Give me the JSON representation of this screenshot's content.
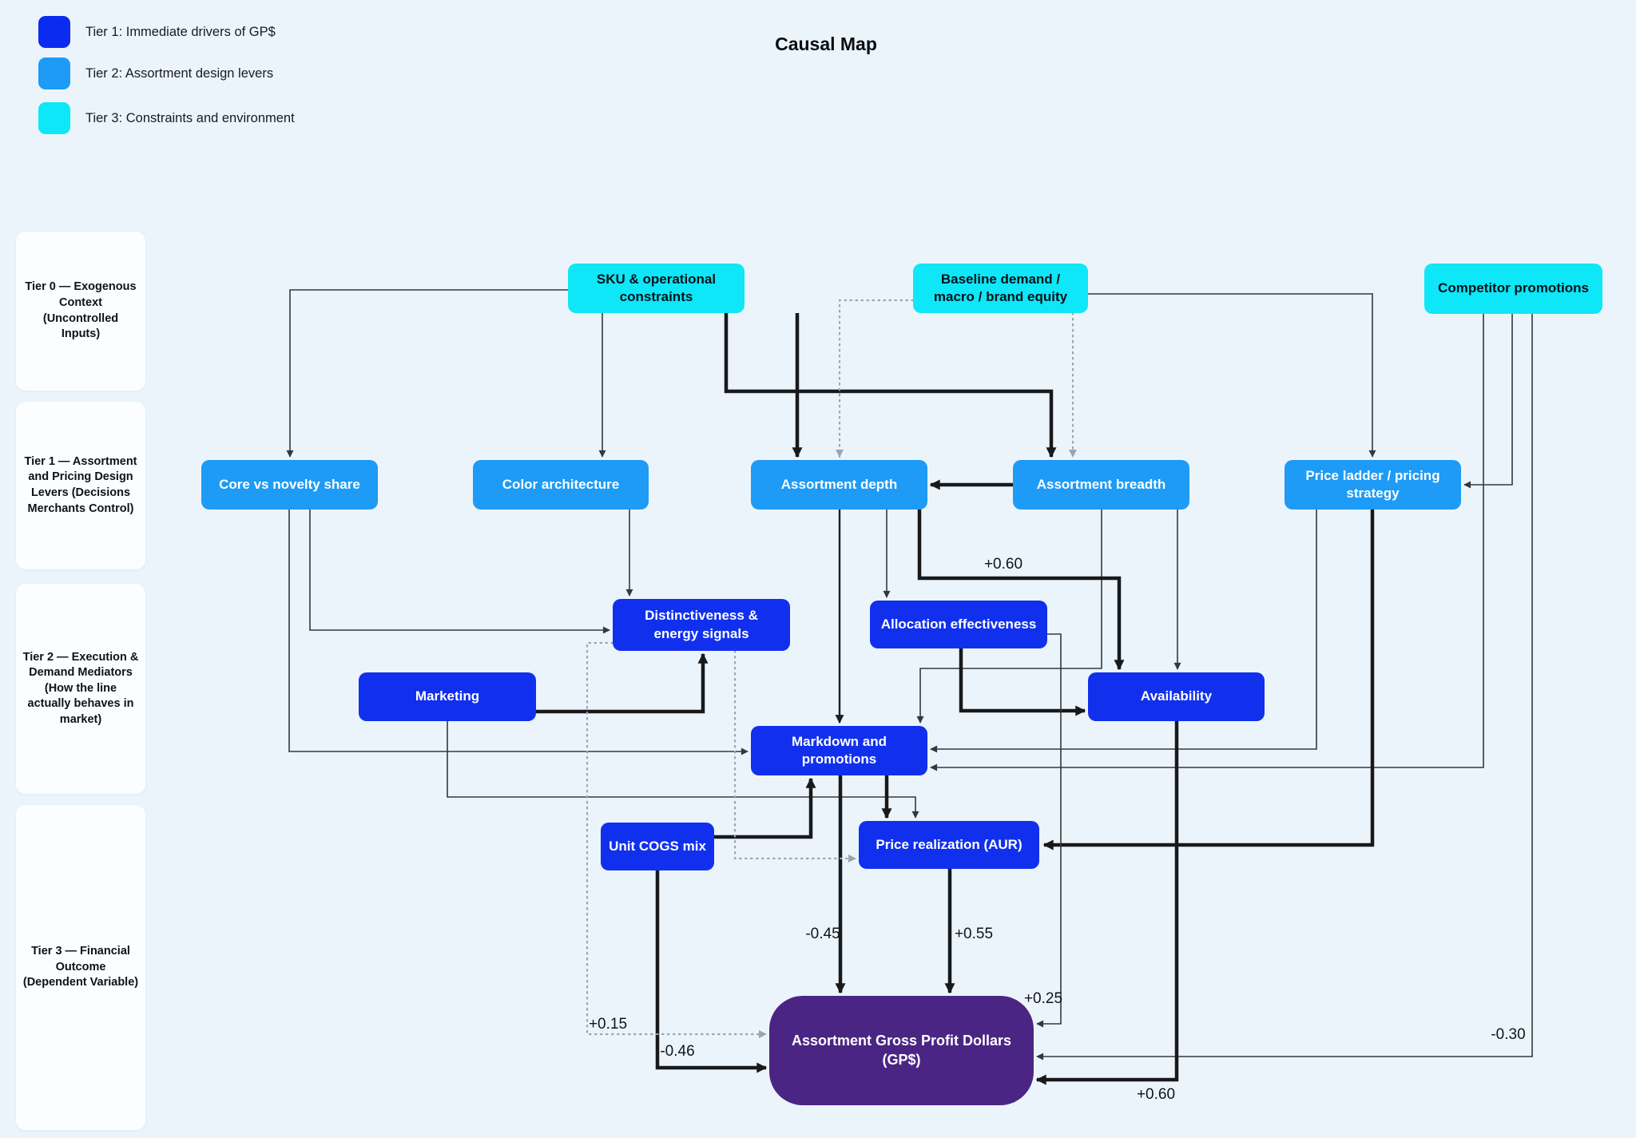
{
  "title": "Causal Map",
  "legend": [
    {
      "color": "#0b2bf0",
      "label": "Tier 1: Immediate drivers of GP$"
    },
    {
      "color": "#1d9bf6",
      "label": "Tier 2: Assortment design levers"
    },
    {
      "color": "#0de7f7",
      "label": "Tier 3: Constraints and environment"
    }
  ],
  "tiers": [
    {
      "label": "Tier 0 — Exogenous Context (Uncontrolled Inputs)"
    },
    {
      "label": "Tier 1 — Assortment and Pricing Design Levers (Decisions Merchants Control)"
    },
    {
      "label": "Tier 2 — Execution & Demand Mediators (How the line actually behaves in market)"
    },
    {
      "label": "Tier 3 — Financial Outcome (Dependent Variable)"
    }
  ],
  "nodes": {
    "sku": {
      "label": "SKU & operational constraints",
      "tier": "exogenous",
      "color": "#0de7f7"
    },
    "baseline": {
      "label": "Baseline demand / macro / brand equity",
      "tier": "exogenous",
      "color": "#0de7f7"
    },
    "competitor": {
      "label": "Competitor promotions",
      "tier": "exogenous",
      "color": "#0de7f7"
    },
    "core": {
      "label": "Core vs novelty share",
      "tier": "design-lever",
      "color": "#1d9bf6"
    },
    "color_arch": {
      "label": "Color architecture",
      "tier": "design-lever",
      "color": "#1d9bf6"
    },
    "depth": {
      "label": "Assortment depth",
      "tier": "design-lever",
      "color": "#1d9bf6"
    },
    "breadth": {
      "label": "Assortment breadth",
      "tier": "design-lever",
      "color": "#1d9bf6"
    },
    "ladder": {
      "label": "Price ladder / pricing strategy",
      "tier": "design-lever",
      "color": "#1d9bf6"
    },
    "distinct": {
      "label": "Distinctiveness & energy signals",
      "tier": "mediator",
      "color": "#1130ee"
    },
    "alloc": {
      "label": "Allocation effectiveness",
      "tier": "mediator",
      "color": "#1130ee"
    },
    "marketing": {
      "label": "Marketing",
      "tier": "mediator",
      "color": "#1130ee"
    },
    "avail": {
      "label": "Availability",
      "tier": "mediator",
      "color": "#1130ee"
    },
    "markdown": {
      "label": "Markdown and promotions",
      "tier": "mediator",
      "color": "#1130ee"
    },
    "cogs": {
      "label": "Unit COGS mix",
      "tier": "mediator",
      "color": "#1130ee"
    },
    "aur": {
      "label": "Price realization (AUR)",
      "tier": "mediator",
      "color": "#1130ee"
    },
    "gpd": {
      "label": "Assortment Gross Profit Dollars (GP$)",
      "tier": "outcome",
      "color": "#4b2584"
    }
  },
  "edge_labels": {
    "depth_avail": "+0.60",
    "markdown_gpd": "-0.45",
    "aur_gpd": "+0.55",
    "alloc_gpd": "+0.25",
    "competitor_gpd": "-0.30",
    "avail_gpd": "+0.60",
    "distinct_gpd": "+0.15",
    "cogs_gpd": "-0.46"
  },
  "edges": [
    {
      "from": "sku",
      "to": "core",
      "style": "solid-thin"
    },
    {
      "from": "sku",
      "to": "color_arch",
      "style": "solid-thin"
    },
    {
      "from": "sku",
      "to": "depth",
      "style": "solid-thick"
    },
    {
      "from": "sku",
      "to": "breadth",
      "style": "solid-thick"
    },
    {
      "from": "baseline",
      "to": "depth",
      "style": "dotted"
    },
    {
      "from": "baseline",
      "to": "breadth",
      "style": "dotted"
    },
    {
      "from": "baseline",
      "to": "ladder",
      "style": "solid-thin"
    },
    {
      "from": "competitor",
      "to": "ladder",
      "style": "solid-thin"
    },
    {
      "from": "competitor",
      "to": "markdown",
      "style": "solid-thin"
    },
    {
      "from": "competitor",
      "to": "gpd",
      "style": "solid-thin",
      "label": "-0.30"
    },
    {
      "from": "breadth",
      "to": "depth",
      "style": "solid-thick"
    },
    {
      "from": "breadth",
      "to": "markdown",
      "style": "solid-thin"
    },
    {
      "from": "breadth",
      "to": "avail",
      "style": "solid-thin"
    },
    {
      "from": "depth",
      "to": "markdown",
      "style": "solid-mid"
    },
    {
      "from": "depth",
      "to": "alloc",
      "style": "solid-thin"
    },
    {
      "from": "depth",
      "to": "avail",
      "style": "solid-thick",
      "label": "+0.60"
    },
    {
      "from": "ladder",
      "to": "markdown",
      "style": "solid-thin"
    },
    {
      "from": "ladder",
      "to": "aur",
      "style": "solid-thick"
    },
    {
      "from": "core",
      "to": "markdown",
      "style": "solid-thin"
    },
    {
      "from": "core",
      "to": "distinct",
      "style": "solid-thin"
    },
    {
      "from": "color_arch",
      "to": "distinct",
      "style": "solid-thin"
    },
    {
      "from": "marketing",
      "to": "distinct",
      "style": "solid-thick"
    },
    {
      "from": "marketing",
      "to": "aur",
      "style": "solid-thin"
    },
    {
      "from": "alloc",
      "to": "avail",
      "style": "solid-thick"
    },
    {
      "from": "alloc",
      "to": "gpd",
      "style": "solid-thin",
      "label": "+0.25"
    },
    {
      "from": "avail",
      "to": "gpd",
      "style": "solid-thick",
      "label": "+0.60"
    },
    {
      "from": "markdown",
      "to": "aur",
      "style": "solid-thick"
    },
    {
      "from": "markdown",
      "to": "gpd",
      "style": "solid-thick",
      "label": "-0.45"
    },
    {
      "from": "aur",
      "to": "gpd",
      "style": "solid-thick",
      "label": "+0.55"
    },
    {
      "from": "cogs",
      "to": "markdown",
      "style": "solid-thick"
    },
    {
      "from": "cogs",
      "to": "gpd",
      "style": "solid-thick",
      "label": "-0.46"
    },
    {
      "from": "distinct",
      "to": "gpd",
      "style": "dotted",
      "label": "+0.15"
    },
    {
      "from": "distinct",
      "to": "aur",
      "style": "dotted"
    }
  ]
}
